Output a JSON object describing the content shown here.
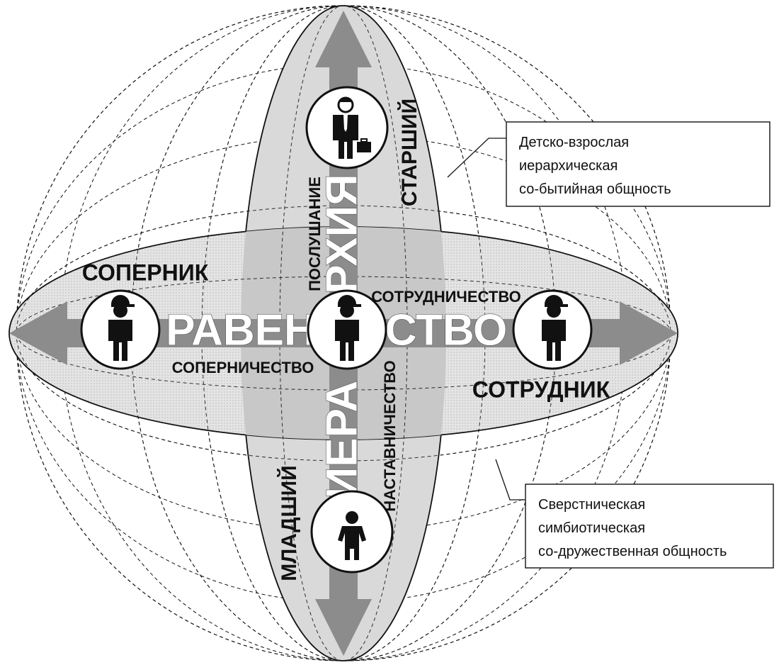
{
  "hierarchy": {
    "word_top": "РХИЯ",
    "word_bottom": "ИЕРА",
    "top_role": "СТАРШИЙ",
    "bottom_role": "МЛАДШИЙ",
    "up_relation": "ПОСЛУШАНИЕ",
    "down_relation": "НАСТАВНИЧЕСТВО"
  },
  "equality": {
    "word_left": "РАВЕН",
    "word_right": "СТВО",
    "left_role": "СОПЕРНИК",
    "right_role": "СОТРУДНИК",
    "left_relation": "СОПЕРНИЧЕСТВО",
    "right_relation": "СОТРУДНИЧЕСТВО"
  },
  "callouts": {
    "top": [
      "Детско-взрослая",
      "иерархическая",
      "со-бытийная общность"
    ],
    "bottom": [
      "Сверстническая",
      "симбиотическая",
      "со-дружественная общность"
    ]
  },
  "icons": {
    "top": "adult-with-briefcase-icon",
    "center": "person-with-cap-icon",
    "left": "person-with-cap-icon",
    "right": "person-with-cap-icon",
    "bottom": "child-icon"
  },
  "colors": {
    "vertical_ellipse": "#d9d9d9",
    "horizontal_ellipse": "#e6e6e6",
    "overlap": "#c8c8c8",
    "arrow": "#8c8c8c",
    "icon": "#111111"
  }
}
